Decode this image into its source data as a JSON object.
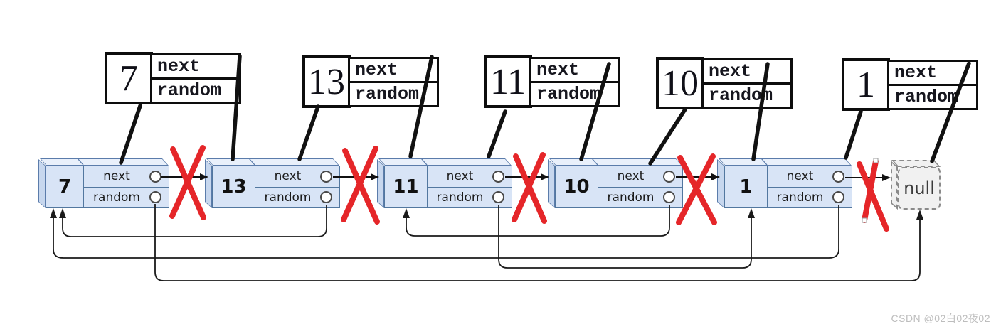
{
  "field_labels": {
    "next": "next",
    "random": "random"
  },
  "null_label": "null",
  "watermark": "CSDN @02白02夜02",
  "copy_nodes": [
    {
      "value": "7"
    },
    {
      "value": "13"
    },
    {
      "value": "11"
    },
    {
      "value": "10"
    },
    {
      "value": "1"
    }
  ],
  "list_nodes": [
    {
      "value": "7"
    },
    {
      "value": "13"
    },
    {
      "value": "11"
    },
    {
      "value": "10"
    },
    {
      "value": "1"
    }
  ],
  "relations": {
    "broken_next_links": [
      "7→13",
      "13→11",
      "11→10",
      "10→1",
      "1→null"
    ],
    "copy_insert_links": [
      "7→copy7",
      "copy7→13",
      "13→copy13",
      "copy13→11",
      "11→copy11",
      "copy11→10",
      "10→copy10",
      "copy10→1",
      "1→copy1",
      "copy1→null"
    ],
    "random_links": [
      "13→7",
      "10→11",
      "11→1",
      "1→7",
      "7→null"
    ]
  },
  "colors": {
    "node_fill": "#d8e4f6",
    "node_top": "#e9f0fb",
    "node_side": "#c7d7ee",
    "node_border": "#52779f",
    "cross_red": "#e52629",
    "copy_box_border": "#0d0d0d",
    "null_fill": "#f1f1f1",
    "null_border": "#8a8a8a",
    "line_black": "#111111",
    "watermark_gray": "#bdbdbd"
  }
}
